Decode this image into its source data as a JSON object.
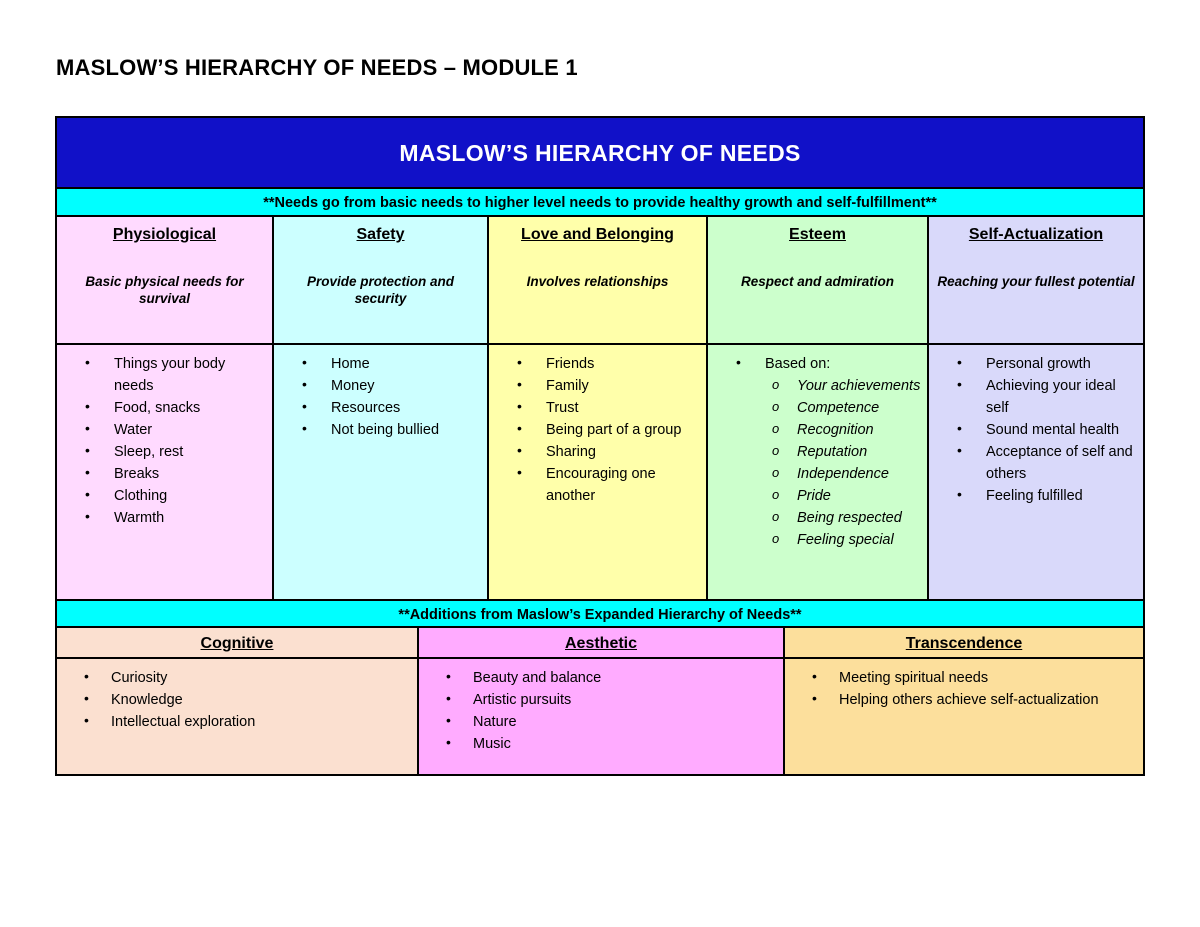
{
  "document": {
    "title": "MASLOW’S HIERARCHY OF NEEDS – MODULE 1"
  },
  "colors": {
    "banner_blue": "#1111C8",
    "sub_banner_cyan": "#00FFFF",
    "col_physiological": "#FFDAFF",
    "col_safety": "#CCFFFF",
    "col_love": "#FFFFAA",
    "col_esteem": "#CCFFCC",
    "col_self_actualization": "#D9D9FA",
    "col_cognitive": "#FBE0D0",
    "col_aesthetic": "#FFABFF",
    "col_transcendence": "#FCDF9C",
    "border": "#000000"
  },
  "table": {
    "banner": "MASLOW’S HIERARCHY OF NEEDS",
    "sub_banner": "**Needs go from basic needs to higher level needs to provide healthy growth and self-fulfillment**",
    "columns": [
      {
        "title": "Physiological",
        "description": "Basic physical needs for survival",
        "items": [
          {
            "text": "Things your body needs"
          },
          {
            "text": "Food, snacks"
          },
          {
            "text": "Water"
          },
          {
            "text": "Sleep, rest"
          },
          {
            "text": "Breaks"
          },
          {
            "text": "Clothing"
          },
          {
            "text": "Warmth"
          }
        ]
      },
      {
        "title": "Safety",
        "description": "Provide protection and security",
        "items": [
          {
            "text": "Home"
          },
          {
            "text": "Money"
          },
          {
            "text": "Resources"
          },
          {
            "text": "Not being bullied"
          }
        ]
      },
      {
        "title": "Love and Belonging",
        "description": "Involves relationships",
        "items": [
          {
            "text": "Friends"
          },
          {
            "text": "Family"
          },
          {
            "text": "Trust"
          },
          {
            "text": "Being part of a group"
          },
          {
            "text": "Sharing"
          },
          {
            "text": "Encouraging one another"
          }
        ]
      },
      {
        "title": "Esteem",
        "description": "Respect and admiration",
        "items": [
          {
            "text": "Based on:",
            "subitems": [
              "Your achievements",
              "Competence",
              "Recognition",
              "Reputation",
              "Independence",
              "Pride",
              "Being respected",
              "Feeling special"
            ]
          }
        ]
      },
      {
        "title": "Self-Actualization ",
        "description": "Reaching your fullest potential",
        "items": [
          {
            "text": "Personal growth"
          },
          {
            "text": "Achieving your ideal self"
          },
          {
            "text": "Sound mental health"
          },
          {
            "text": "Acceptance of self and others"
          },
          {
            "text": "Feeling fulfilled"
          }
        ]
      }
    ]
  },
  "additions": {
    "banner": "**Additions from Maslow’s Expanded Hierarchy of Needs**",
    "columns": [
      {
        "title": "Cognitive",
        "items": [
          {
            "text": "Curiosity"
          },
          {
            "text": "Knowledge"
          },
          {
            "text": "Intellectual exploration"
          }
        ]
      },
      {
        "title": "Aesthetic",
        "items": [
          {
            "text": "Beauty and balance"
          },
          {
            "text": "Artistic pursuits"
          },
          {
            "text": "Nature"
          },
          {
            "text": "Music"
          }
        ]
      },
      {
        "title": "Transcendence",
        "items": [
          {
            "text": "Meeting spiritual needs"
          },
          {
            "text": "Helping others achieve self-actualization"
          }
        ]
      }
    ]
  }
}
